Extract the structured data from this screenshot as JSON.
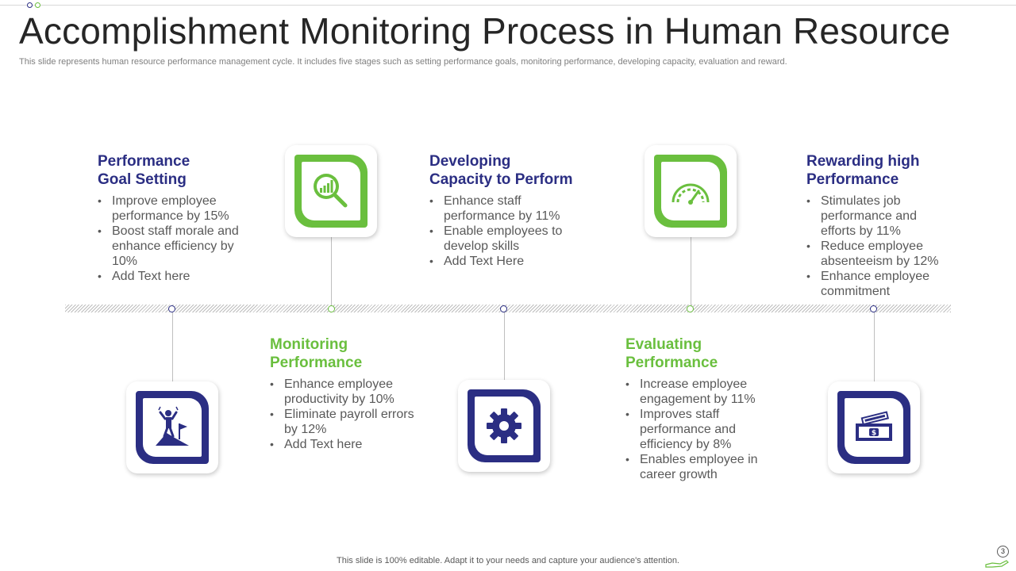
{
  "header": {
    "title": "Accomplishment Monitoring Process in Human Resource",
    "subtitle": "This slide represents human resource performance management cycle. It includes five stages such as setting performance goals, monitoring performance, developing capacity, evaluation and reward."
  },
  "stages": [
    {
      "title_line1": "Performance",
      "title_line2": "Goal Setting",
      "color": "#2b2e83",
      "icon": "mountain-climber-flag-icon",
      "bullets": [
        "Improve employee performance by 15%",
        "Boost staff morale and enhance efficiency by 10%",
        "Add Text here"
      ]
    },
    {
      "title_line1": "Monitoring",
      "title_line2": "Performance",
      "color": "#6abf3e",
      "icon": "magnifier-chart-icon",
      "bullets": [
        "Enhance employee productivity by 10%",
        "Eliminate payroll errors by 12%",
        "Add Text here"
      ]
    },
    {
      "title_line1": "Developing",
      "title_line2": "Capacity to Perform",
      "color": "#2b2e83",
      "icon": "gear-icon",
      "bullets": [
        "Enhance staff performance by 11%",
        "Enable employees to develop skills",
        "Add Text Here"
      ]
    },
    {
      "title_line1": "Evaluating",
      "title_line2": "Performance",
      "color": "#6abf3e",
      "icon": "speedometer-icon",
      "bullets": [
        "Increase employee engagement by 11%",
        "Improves staff performance and efficiency by 8%",
        "Enables employee in career growth"
      ]
    },
    {
      "title_line1": "Rewarding high",
      "title_line2": "Performance",
      "color": "#2b2e83",
      "icon": "money-cash-icon",
      "bullets": [
        "Stimulates job performance and efforts by 11%",
        "Reduce employee absenteeism by 12%",
        "Enhance employee commitment"
      ]
    }
  ],
  "footer": {
    "text": "This slide is 100% editable. Adapt it to your needs and capture your audience's attention.",
    "page_number": "3"
  },
  "colors": {
    "navy": "#2b2e83",
    "green": "#6abf3e",
    "title": "#262626",
    "text": "#595959"
  }
}
